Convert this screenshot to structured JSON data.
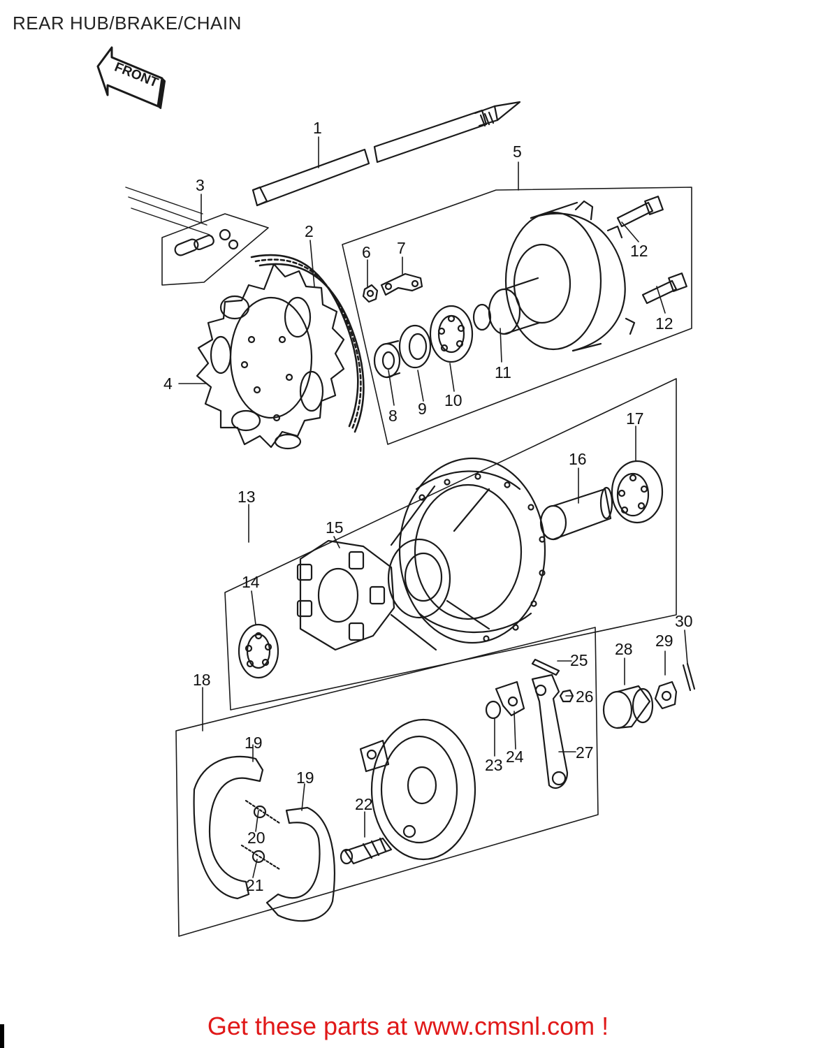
{
  "title": "REAR HUB/BRAKE/CHAIN",
  "front_label": "FRONT",
  "callouts": [
    "1",
    "2",
    "3",
    "4",
    "5",
    "6",
    "7",
    "8",
    "9",
    "10",
    "11",
    "12",
    "12",
    "13",
    "14",
    "15",
    "16",
    "17",
    "18",
    "19",
    "19",
    "20",
    "21",
    "22",
    "23",
    "24",
    "25",
    "26",
    "27",
    "28",
    "29",
    "30"
  ],
  "footer": "Get these parts at www.cmsnl.com !",
  "colors": {
    "footer": "#e01818",
    "line_art": "#1a1a1a"
  }
}
